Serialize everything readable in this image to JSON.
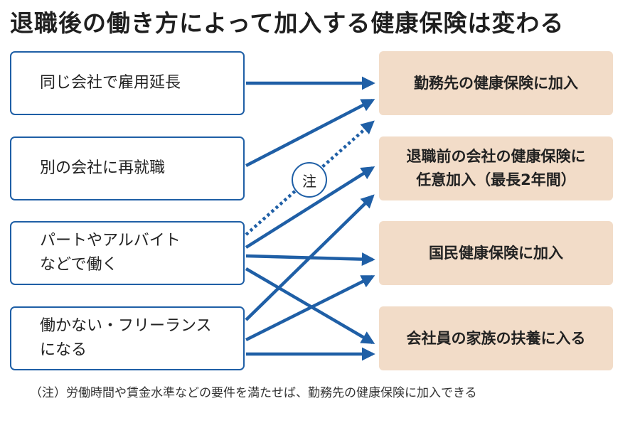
{
  "title": "退職後の働き方によって加入する健康保険は変わる",
  "left_boxes": {
    "rehire": "同じ会社で雇用延長",
    "new_company": "別の会社に再就職",
    "part_time_line1": "パートやアルバイト",
    "part_time_line2": "などで働く",
    "no_work_line1": "働かない・フリーランス",
    "no_work_line2": "になる"
  },
  "right_boxes": {
    "employer": "勤務先の健康保険に加入",
    "voluntary_line1": "退職前の会社の健康保険に",
    "voluntary_line2": "任意加入（最長2年間）",
    "national": "国民健康保険に加入",
    "dependent": "会社員の家族の扶養に入る"
  },
  "note_marker": "注",
  "footnote": "（注）労働時間や賃金水準などの要件を満たせば、勤務先の健康保険に加入できる",
  "colors": {
    "arrow": "#1f5fa6",
    "left_border": "#1f5fa6",
    "right_fill": "#f2dcc8"
  }
}
